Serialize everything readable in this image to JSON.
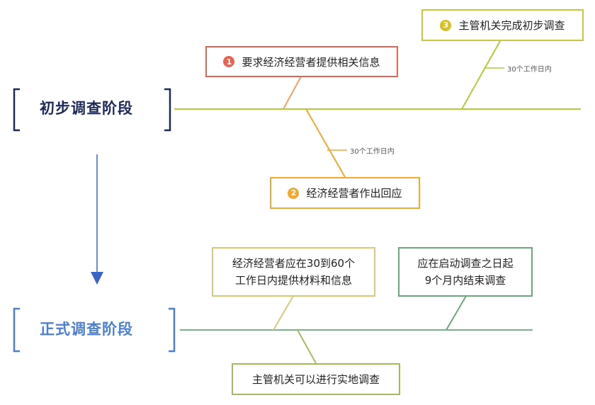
{
  "stage1": {
    "title": "初步调查阶段",
    "color": "#1f2a5c",
    "line_color": "#b7c93a",
    "steps": [
      {
        "num": "1",
        "label": "要求经济经营者提供相关信息",
        "color": "#e8634f"
      },
      {
        "num": "2",
        "label": "经济经营者作出回应",
        "color": "#f0a830"
      },
      {
        "num": "3",
        "label": "主管机关完成初步调查",
        "color": "#c8c83a"
      }
    ],
    "durations": [
      "30个工作日内",
      "30个工作日内"
    ],
    "duration_colors": [
      "#f0a830",
      "#b7c93a"
    ]
  },
  "stage2": {
    "title": "正式调查阶段",
    "color": "#4a7fd4",
    "line_color": "#7ab08a",
    "boxes": [
      {
        "lines": [
          "经济经营者应在30到60个",
          "工作日内提供材料和信息"
        ],
        "color": "#d8c878"
      },
      {
        "lines": [
          "应在启动调查之日起",
          "9个月内结束调查"
        ],
        "color": "#6aa87a"
      },
      {
        "lines": [
          "主管机关可以进行实地调查"
        ],
        "color": "#a8b860"
      }
    ]
  },
  "arrow_color": "#3a63c8"
}
